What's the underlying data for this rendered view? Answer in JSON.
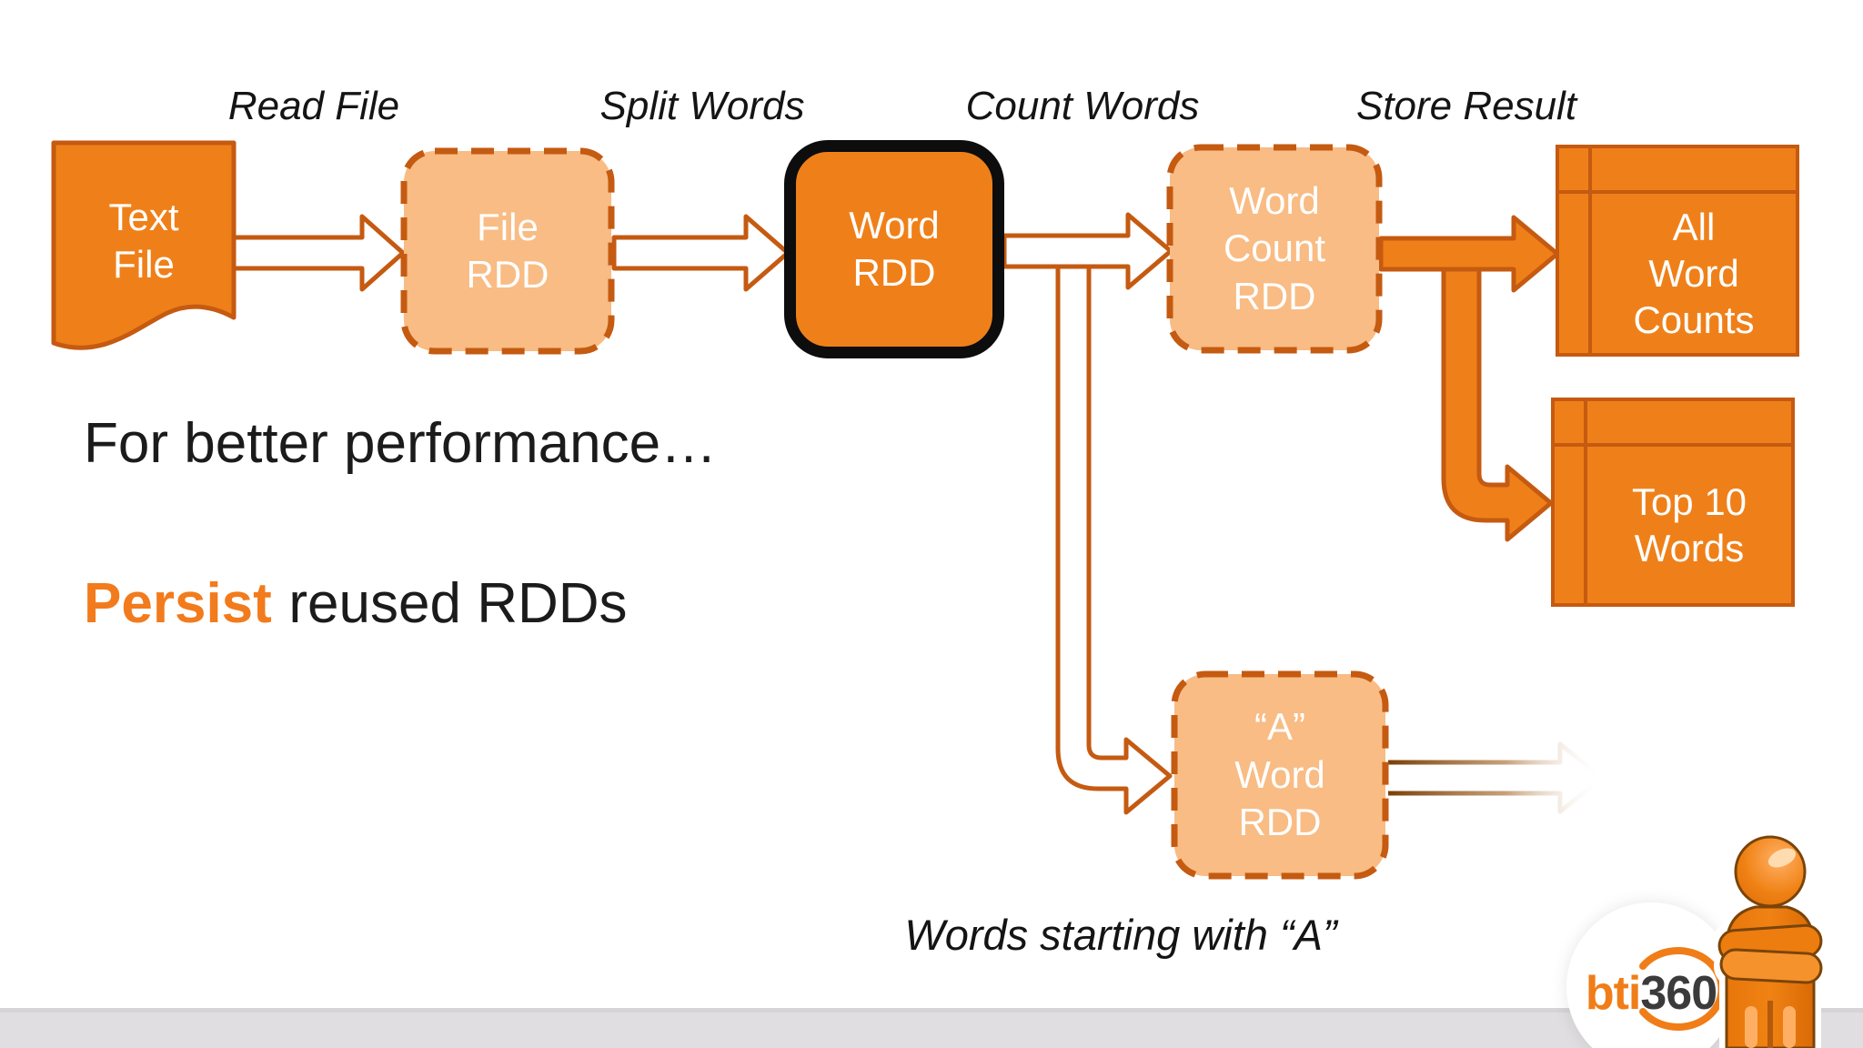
{
  "slide": {
    "background": "#FFFFFF",
    "footer_bar_color": "#E0DEE0"
  },
  "colors": {
    "orange": "#EF8019",
    "orange_light": "#F8BC84",
    "outline_dark_orange": "#C55A11",
    "word_rdd_border": "#0D0D0D",
    "persist_orange": "#F27B1D",
    "text_dark": "#1B1B1B",
    "logo_orange": "#F07D17",
    "logo_dark": "#3B3B3B"
  },
  "stages": [
    {
      "label": "Read File"
    },
    {
      "label": "Split Words"
    },
    {
      "label": "Count Words"
    },
    {
      "label": "Store Result"
    }
  ],
  "nodes": {
    "text_file": {
      "label": "Text\nFile",
      "style": "solid-document"
    },
    "file_rdd": {
      "label": "File\nRDD",
      "style": "dashed-rounded"
    },
    "word_rdd": {
      "label": "Word\nRDD",
      "style": "black-border-rounded"
    },
    "word_count_rdd": {
      "label": "Word\nCount\nRDD",
      "style": "dashed-rounded"
    },
    "all_word_counts": {
      "label": "All\nWord\nCounts",
      "style": "table"
    },
    "top_10_words": {
      "label": "Top 10\nWords",
      "style": "table"
    },
    "a_word_rdd": {
      "label": "“A”\nWord\nRDD",
      "style": "dashed-rounded"
    }
  },
  "captions": {
    "line1": "For better performance…",
    "persist_word": "Persist",
    "persist_rest": "reused RDDs",
    "note": "Words starting with “A”"
  },
  "logo": {
    "prefix": "bti",
    "suffix": "360"
  }
}
